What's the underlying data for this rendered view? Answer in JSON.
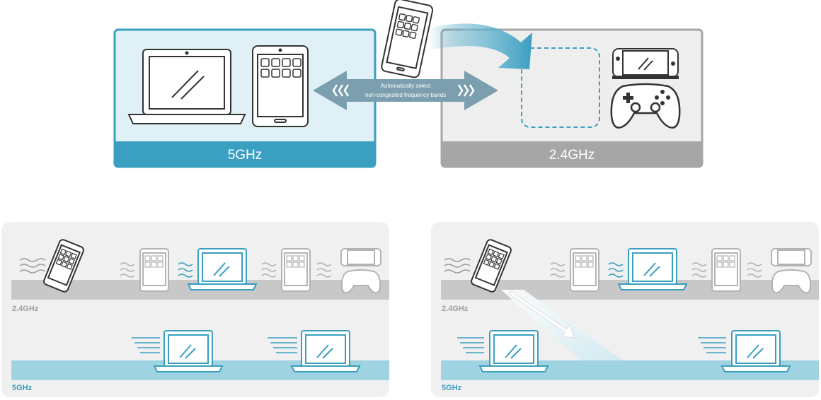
{
  "top": {
    "band_5ghz_label": "5GHz",
    "band_24ghz_label": "2.4GHz",
    "arrow_caption_line1": "Automatically select",
    "arrow_caption_line2": "non-congested frequency bands"
  },
  "bottom_left": {
    "band_24ghz_label": "2.4GHz",
    "band_5ghz_label": "5GHz"
  },
  "bottom_right": {
    "band_24ghz_label": "2.4GHz",
    "band_5ghz_label": "5GHz"
  },
  "colors": {
    "blue": "#3a9fc1",
    "blue_light": "#dff0f6",
    "blue_band": "#9fd3e2",
    "gray": "#a6a6a6",
    "gray_light": "#eeeeee",
    "gray_band": "#c8c8c8",
    "device_line": "#3a3a3a",
    "device_faded": "#b3b3b3"
  }
}
